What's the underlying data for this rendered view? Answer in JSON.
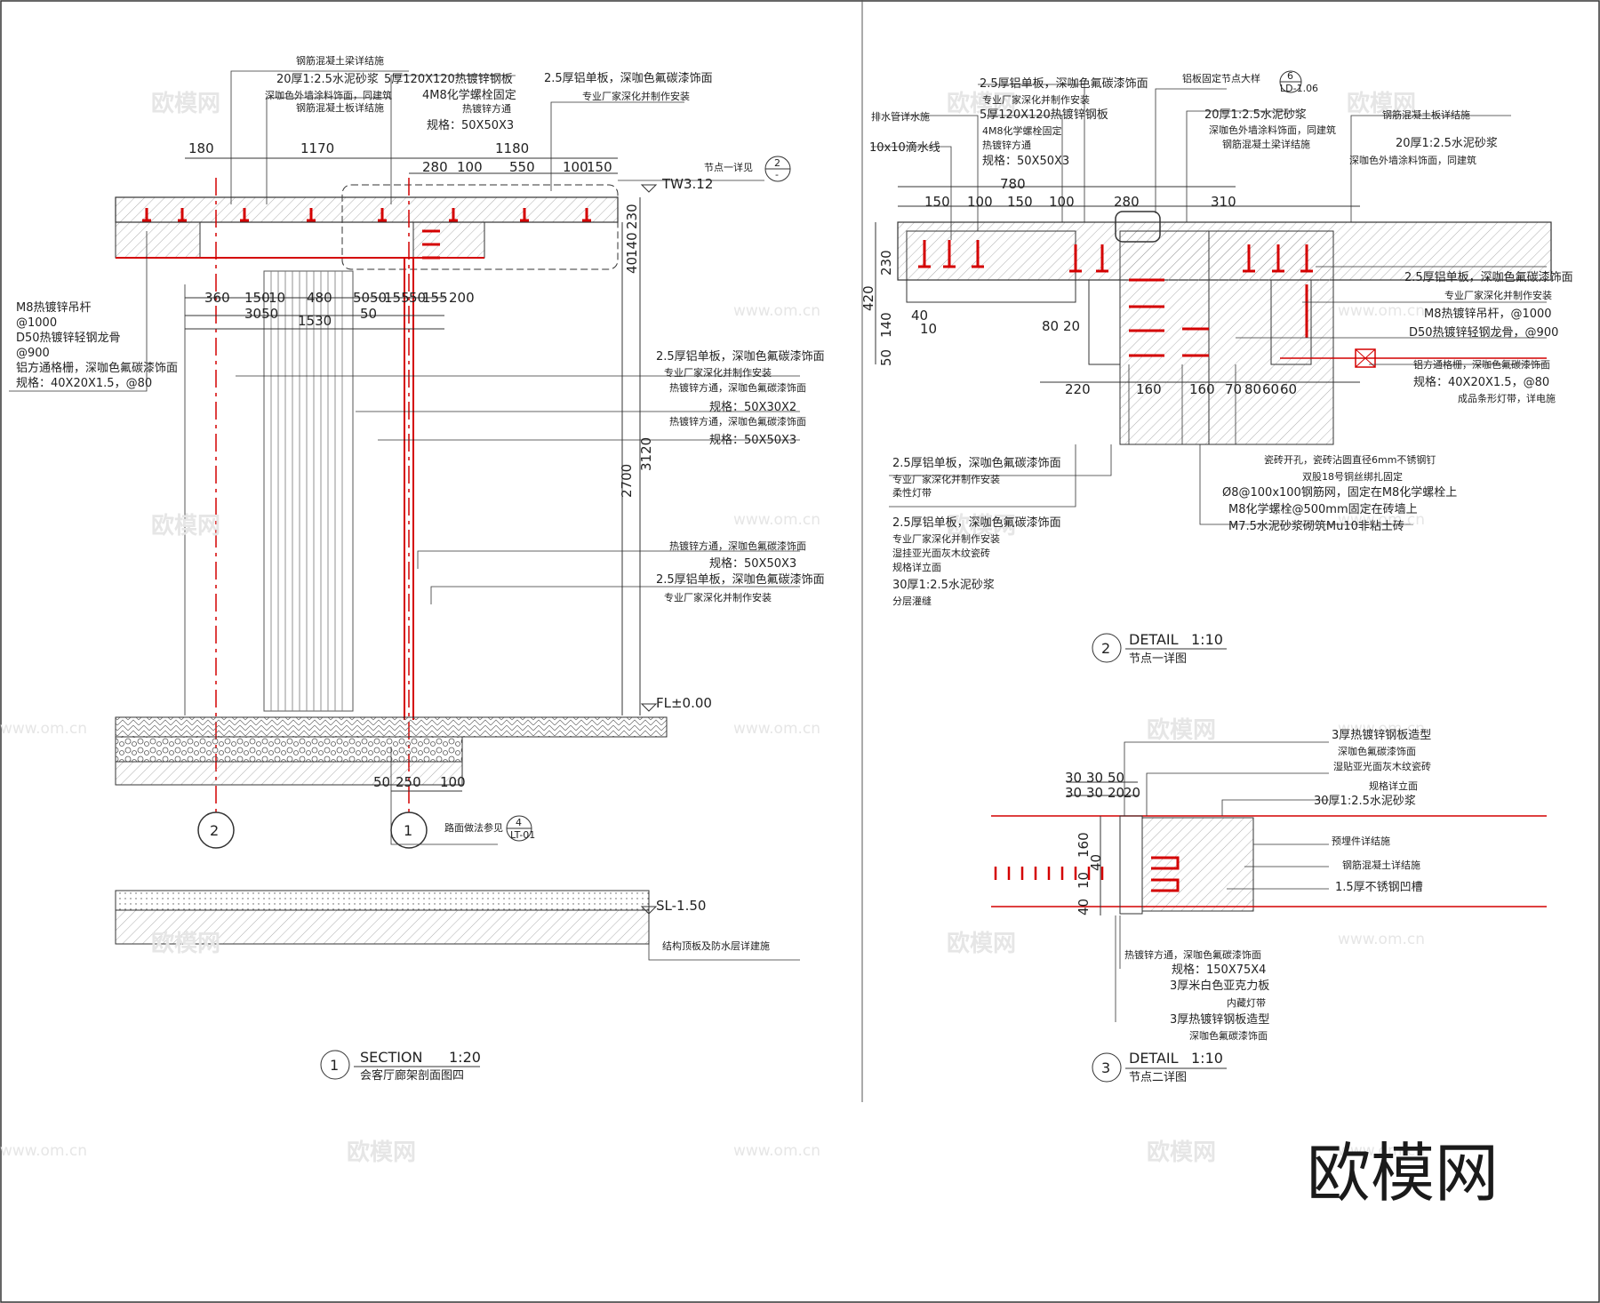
{
  "watermark": {
    "site": "欧模网",
    "url": "www.om.cn",
    "brand": "欧模网"
  },
  "section1": {
    "title": "SECTION",
    "scale": "1:20",
    "subtitle": "会客厅廊架剖面图四",
    "number": "1",
    "labels": [
      "钢筋混凝土梁详结施",
      "20厚1:2.5水泥砂浆",
      "深咖色外墙涂料饰面，同建筑",
      "钢筋混凝土板详结施",
      "5厚120X120热镀锌钢板",
      "4M8化学螺栓固定",
      "热镀锌方通",
      "规格：50X50X3",
      "2.5厚铝单板，深咖色氟碳漆饰面",
      "专业厂家深化并制作安装",
      "节点一详见",
      "M8热镀锌吊杆",
      "@1000",
      "D50热镀锌轻钢龙骨",
      "@900",
      "铝方通格栅，深咖色氟碳漆饰面",
      "规格：40X20X1.5，@80",
      "2.5厚铝单板，深咖色氟碳漆饰面",
      "专业厂家深化并制作安装",
      "热镀锌方通，深咖色氟碳漆饰面",
      "规格：50X30X2",
      "热镀锌方通，深咖色氟碳漆饰面",
      "规格：50X50X3",
      "热镀锌方通，深咖色氟碳漆饰面",
      "规格：50X50X3",
      "2.5厚铝单板，深咖色氟碳漆饰面",
      "专业厂家深化并制作安装",
      "路面做法参见",
      "结构顶板及防水层详建施"
    ],
    "dims_top": [
      "180",
      "1170",
      "1180",
      "280",
      "100",
      "550",
      "100",
      "150"
    ],
    "dims_bottom": [
      "360",
      "150",
      "10",
      "480",
      "50",
      "50",
      "155",
      "50",
      "155",
      "200",
      "3050",
      "1530",
      "50"
    ],
    "dims_right": [
      "230",
      "140",
      "40",
      "3120",
      "2700"
    ],
    "dims_foot": [
      "50",
      "250",
      "100"
    ],
    "levels": [
      "TW3.12",
      "FL±0.00",
      "SL-1.50"
    ],
    "axes": [
      "2",
      "1"
    ],
    "refs": [
      {
        "num": "2",
        "sheet": "-"
      },
      {
        "num": "4",
        "sheet": "LT-01"
      }
    ]
  },
  "detail2": {
    "title": "DETAIL",
    "scale": "1:10",
    "subtitle": "节点一详图",
    "number": "2",
    "labels": [
      "2.5厚铝单板，深咖色氟碳漆饰面",
      "专业厂家深化并制作安装",
      "5厚120X120热镀锌钢板",
      "4M8化学螺栓固定",
      "热镀锌方通",
      "规格：50X50X3",
      "排水管详水施",
      "10x10滴水线",
      "铝板固定节点大样",
      "20厚1:2.5水泥砂浆",
      "深咖色外墙涂料饰面，同建筑",
      "钢筋混凝土梁详结施",
      "钢筋混凝土板详结施",
      "20厚1:2.5水泥砂浆",
      "深咖色外墙涂料饰面，同建筑",
      "2.5厚铝单板，深咖色氟碳漆饰面",
      "专业厂家深化并制作安装",
      "M8热镀锌吊杆，@1000",
      "D50热镀锌轻钢龙骨，@900",
      "铝方通格栅，深咖色氟碳漆饰面",
      "规格：40X20X1.5，@80",
      "成品条形灯带，详电施",
      "2.5厚铝单板，深咖色氟碳漆饰面",
      "专业厂家深化并制作安装",
      "柔性灯带",
      "2.5厚铝单板，深咖色氟碳漆饰面",
      "专业厂家深化并制作安装",
      "湿挂亚光面灰木纹瓷砖",
      "规格详立面",
      "30厚1:2.5水泥砂浆",
      "分层灌缝",
      "瓷砖开孔，瓷砖沾圆直径6mm不锈钢钉",
      "双股18号铜丝绑扎固定",
      "Ø8@100x100钢筋网，固定在M8化学螺栓上",
      "M8化学螺栓@500mm固定在砖墙上",
      "M7.5水泥砂浆砌筑Mu10非粘土砖"
    ],
    "dims_top": [
      "150",
      "100",
      "150",
      "100",
      "280",
      "310",
      "780"
    ],
    "dims_left": [
      "420",
      "230",
      "140",
      "50",
      "40",
      "10"
    ],
    "dims_bottom": [
      "220",
      "160",
      "160",
      "70",
      "80",
      "60",
      "60",
      "80",
      "20"
    ],
    "ref": {
      "num": "6",
      "sheet": "LD-1.06"
    }
  },
  "detail3": {
    "title": "DETAIL",
    "scale": "1:10",
    "subtitle": "节点二详图",
    "number": "3",
    "labels": [
      "3厚热镀锌钢板造型",
      "深咖色氟碳漆饰面",
      "湿贴亚光面灰木纹瓷砖",
      "规格详立面",
      "30厚1:2.5水泥砂浆",
      "预埋件详结施",
      "钢筋混凝土详结施",
      "1.5厚不锈钢凹槽",
      "热镀锌方通，深咖色氟碳漆饰面",
      "规格：150X75X4",
      "3厚米白色亚克力板",
      "内藏灯带",
      "3厚热镀锌钢板造型",
      "深咖色氟碳漆饰面"
    ],
    "dims_top": [
      "30",
      "30",
      "50",
      "30",
      "30",
      "20",
      "20"
    ],
    "dims_left": [
      "160",
      "40",
      "10",
      "40"
    ]
  }
}
